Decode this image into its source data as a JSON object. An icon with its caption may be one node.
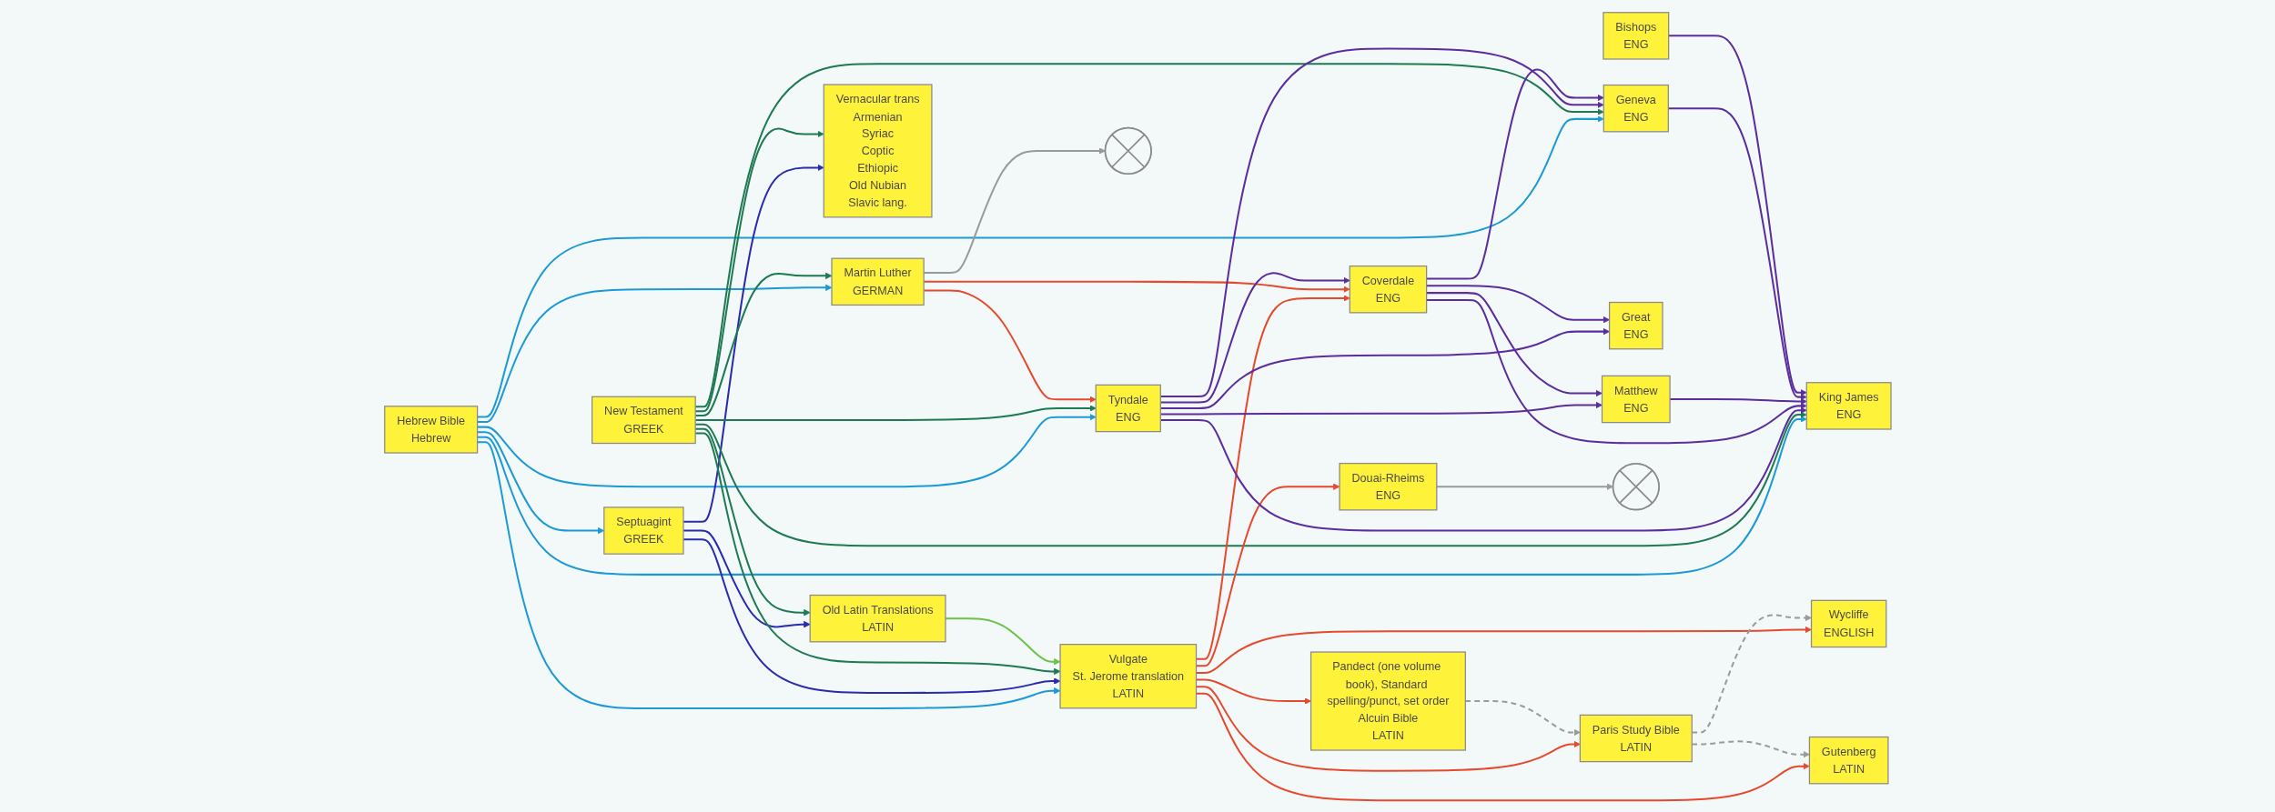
{
  "diagram": {
    "nodes": [
      {
        "text": [
          "Hebrew Bible",
          "Hebrew"
        ]
      },
      {
        "text": [
          "Septuagint",
          "GREEK"
        ]
      },
      {
        "text": [
          "New Testament",
          "GREEK"
        ]
      },
      {
        "text": [
          "Old Latin Translations",
          "LATIN"
        ]
      },
      {
        "text": [
          "Vulgate",
          "St. Jerome translation",
          "LATIN"
        ]
      },
      {
        "text": [
          "Vernacular trans",
          "Armenian",
          "Syriac",
          "Coptic",
          "Ethiopic",
          "Old Nubian",
          "Slavic lang."
        ]
      },
      {
        "text": [
          "Pandect (one volume book), Standard spelling/punct, set order",
          "Alcuin Bible",
          "LATIN"
        ]
      },
      {
        "text": [
          "Paris Study Bible",
          "LATIN"
        ]
      },
      {
        "text": [
          "Wycliffe",
          "ENGLISH"
        ]
      },
      {
        "text": [
          "Gutenberg",
          "LATIN"
        ]
      },
      {
        "text": [],
        "shape": "cross"
      },
      {
        "text": [
          "Martin Luther",
          "GERMAN"
        ]
      },
      {
        "text": [
          "Tyndale",
          "ENG"
        ]
      },
      {
        "text": [
          "Coverdale",
          "ENG"
        ]
      },
      {
        "text": [
          "Matthew",
          "ENG"
        ]
      },
      {
        "text": [
          "Great",
          "ENG"
        ]
      },
      {
        "text": [
          "Geneva",
          "ENG"
        ]
      },
      {
        "text": [
          "Douai-Rheims",
          "ENG"
        ]
      },
      {
        "text": [
          "Bishops",
          "ENG"
        ]
      },
      {
        "text": [],
        "shape": "cross"
      },
      {
        "text": [
          "King James",
          "ENG"
        ]
      }
    ],
    "edges": [
      {
        "from": 0,
        "to": 11,
        "arrow": "to",
        "color": "#1c9ad6"
      },
      {
        "from": 0,
        "to": 16,
        "arrow": "to",
        "color": "#1c9ad6"
      },
      {
        "from": 0,
        "to": 1,
        "arrow": "to",
        "color": "#1c9ad6"
      },
      {
        "from": 0,
        "to": 4,
        "arrow": "to",
        "color": "#1c9ad6"
      },
      {
        "from": 0,
        "to": 12,
        "arrow": "to",
        "color": "#1c9ad6"
      },
      {
        "from": 0,
        "to": 20,
        "arrow": "to",
        "color": "#1c9ad6"
      },
      {
        "from": 1,
        "to": 3,
        "arrow": "to",
        "color": "#2a2cb0"
      },
      {
        "from": 1,
        "to": 4,
        "arrow": "to",
        "color": "#2a2cb0"
      },
      {
        "from": 1,
        "to": 5,
        "arrow": "to",
        "color": "#2a2cb0"
      },
      {
        "from": 2,
        "to": 11,
        "arrow": "to",
        "color": "#1e7a52"
      },
      {
        "from": 2,
        "to": 3,
        "arrow": "to",
        "color": "#1e7a52"
      },
      {
        "from": 2,
        "to": 4,
        "arrow": "to",
        "color": "#1e7a52"
      },
      {
        "from": 2,
        "to": 5,
        "arrow": "to",
        "color": "#1e7a52"
      },
      {
        "from": 2,
        "to": 12,
        "arrow": "to",
        "color": "#1e7a52"
      },
      {
        "from": 2,
        "to": 16,
        "arrow": "to",
        "color": "#1e7a52"
      },
      {
        "from": 2,
        "to": 20,
        "arrow": "to",
        "color": "#1e7a52"
      },
      {
        "from": 3,
        "to": 4,
        "arrow": "to",
        "color": "#6cc24a"
      },
      {
        "from": 4,
        "to": 6,
        "arrow": "to",
        "color": "#e64a2e"
      },
      {
        "from": 4,
        "to": 7,
        "arrow": "to",
        "color": "#e64a2e"
      },
      {
        "from": 4,
        "to": 8,
        "arrow": "to",
        "color": "#e64a2e"
      },
      {
        "from": 4,
        "to": 9,
        "arrow": "to",
        "color": "#e64a2e"
      },
      {
        "from": 4,
        "to": 13,
        "arrow": "to",
        "color": "#e64a2e"
      },
      {
        "from": 4,
        "to": 17,
        "arrow": "to",
        "color": "#e64a2e"
      },
      {
        "from": 6,
        "to": 7,
        "arrow": "to",
        "style": "dashed",
        "color": "#9a9a9a"
      },
      {
        "from": 7,
        "to": 8,
        "arrow": "to",
        "style": "dashed",
        "color": "#9a9a9a"
      },
      {
        "from": 7,
        "to": 9,
        "arrow": "to",
        "style": "dashed",
        "color": "#9a9a9a"
      },
      {
        "from": 11,
        "to": 10,
        "arrow": "to",
        "color": "#9a9a9a"
      },
      {
        "from": 11,
        "to": 12,
        "arrow": "to",
        "color": "#e64a2e"
      },
      {
        "from": 11,
        "to": 13,
        "arrow": "to",
        "color": "#e64a2e"
      },
      {
        "from": 12,
        "to": 13,
        "arrow": "to",
        "color": "#5b2d9e"
      },
      {
        "from": 12,
        "to": 14,
        "arrow": "to",
        "color": "#5b2d9e"
      },
      {
        "from": 12,
        "to": 15,
        "arrow": "to",
        "color": "#5b2d9e"
      },
      {
        "from": 12,
        "to": 16,
        "arrow": "to",
        "color": "#5b2d9e"
      },
      {
        "from": 12,
        "to": 20,
        "arrow": "to",
        "color": "#5b2d9e"
      },
      {
        "from": 13,
        "to": 14,
        "arrow": "to",
        "color": "#5b2d9e"
      },
      {
        "from": 13,
        "to": 15,
        "arrow": "to",
        "color": "#5b2d9e"
      },
      {
        "from": 13,
        "to": 16,
        "arrow": "to",
        "color": "#5b2d9e"
      },
      {
        "from": 13,
        "to": 20,
        "arrow": "to",
        "color": "#5b2d9e"
      },
      {
        "from": 14,
        "to": 20,
        "arrow": "to",
        "color": "#5b2d9e"
      },
      {
        "from": 16,
        "to": 20,
        "arrow": "to",
        "color": "#5b2d9e"
      },
      {
        "from": 17,
        "to": 19,
        "arrow": "to",
        "color": "#9a9a9a"
      },
      {
        "from": 18,
        "to": 20,
        "arrow": "to",
        "color": "#5b2d9e"
      }
    ]
  }
}
